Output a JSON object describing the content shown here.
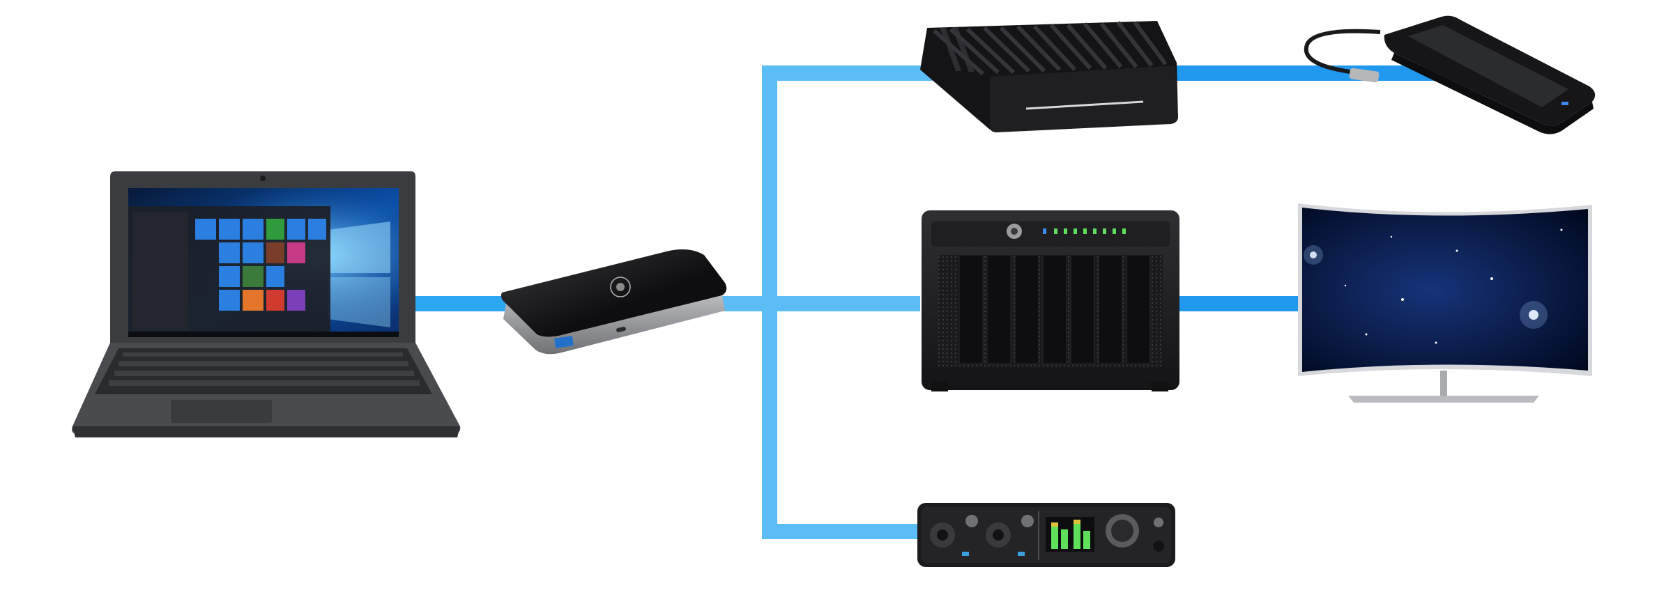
{
  "diagram": {
    "description_none": "",
    "colors": {
      "link": "#2ea7f2",
      "link_light": "#5cbcf5",
      "device_dark": "#1b1b1d",
      "device_mid": "#2b2b2e",
      "metal": "#8d8f93",
      "screen_blue": "#0a4fa8",
      "led_green": "#5fe05a",
      "background": "#ffffff"
    },
    "nodes": [
      {
        "id": "laptop",
        "icon": "laptop-icon"
      },
      {
        "id": "dock",
        "icon": "thunderbolt-dock-icon"
      },
      {
        "id": "ssd-enclosure",
        "icon": "finned-ssd-enclosure-icon"
      },
      {
        "id": "portable-ssd",
        "icon": "portable-ssd-icon"
      },
      {
        "id": "raid-array",
        "icon": "raid-array-icon"
      },
      {
        "id": "monitor",
        "icon": "curved-monitor-icon"
      },
      {
        "id": "audio-interface",
        "icon": "audio-interface-icon"
      }
    ],
    "edges": [
      {
        "from": "laptop",
        "to": "dock"
      },
      {
        "from": "dock",
        "to": "ssd-enclosure"
      },
      {
        "from": "ssd-enclosure",
        "to": "portable-ssd"
      },
      {
        "from": "dock",
        "to": "raid-array"
      },
      {
        "from": "raid-array",
        "to": "monitor"
      },
      {
        "from": "dock",
        "to": "audio-interface"
      }
    ]
  }
}
